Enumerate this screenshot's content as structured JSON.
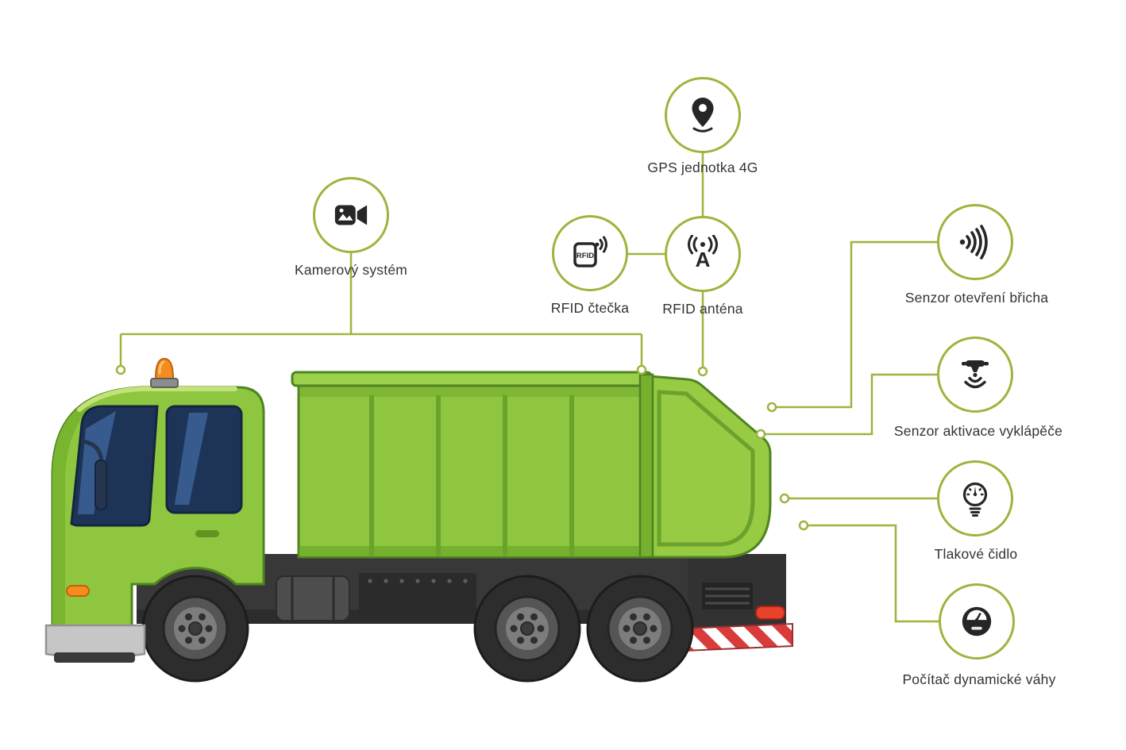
{
  "diagram": {
    "title": "Waste collection truck sensor diagram",
    "accent_color": "#9cb53c",
    "truck_green": "#8fc640",
    "window_blue": "#1e3457",
    "beacon_orange": "#f58c1e",
    "hazard_red": "#d93b3b"
  },
  "callouts": [
    {
      "id": "camera",
      "label": "Kamerový systém",
      "icon": "video-camera-icon"
    },
    {
      "id": "gps",
      "label": "GPS jednotka 4G",
      "icon": "gps-pin-icon"
    },
    {
      "id": "rfid-reader",
      "label": "RFID čtečka",
      "icon": "rfid-reader-icon",
      "icon_text": "RFID"
    },
    {
      "id": "rfid-antenna",
      "label": "RFID anténa",
      "icon": "rfid-antenna-icon",
      "icon_text": "A"
    },
    {
      "id": "belly-sensor",
      "label": "Senzor otevření břicha",
      "icon": "sound-waves-icon"
    },
    {
      "id": "tipper-sensor",
      "label": "Senzor aktivace vyklápěče",
      "icon": "proximity-sensor-icon"
    },
    {
      "id": "pressure",
      "label": "Tlakové čidlo",
      "icon": "pressure-gauge-icon"
    },
    {
      "id": "weight",
      "label": "Počítač dynamické váhy",
      "icon": "weight-scale-icon"
    }
  ]
}
